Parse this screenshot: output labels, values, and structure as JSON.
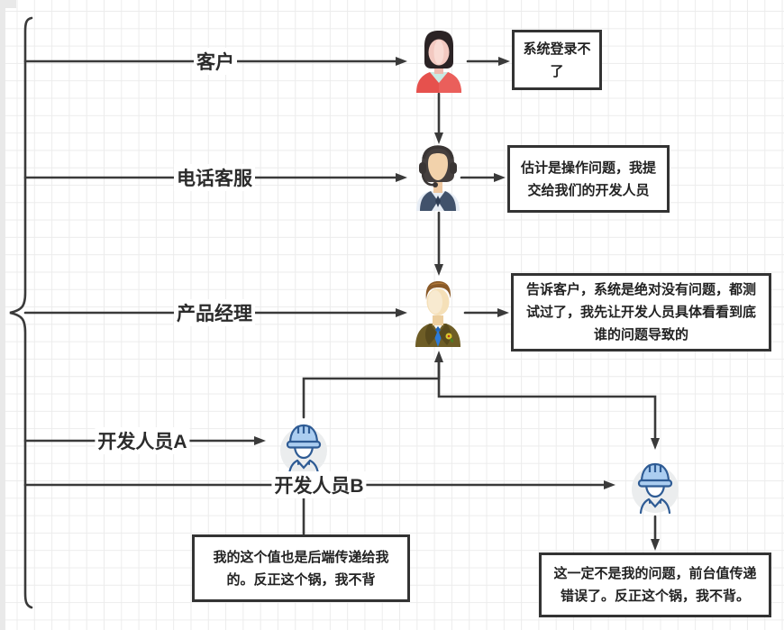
{
  "diagram_title": "bug-blame-escalation-flowchart",
  "lanes": [
    {
      "id": "customer",
      "label": "客户"
    },
    {
      "id": "phone-support",
      "label": "电话客服"
    },
    {
      "id": "product-manager",
      "label": "产品经理"
    },
    {
      "id": "developer-a",
      "label": "开发人员A"
    },
    {
      "id": "developer-b",
      "label": "开发人员B"
    }
  ],
  "callouts": [
    {
      "speaker": "customer",
      "text": "系统登录不\n了"
    },
    {
      "speaker": "phone-support",
      "text": "估计是操作问题，我提\n交给我们的开发人员"
    },
    {
      "speaker": "product-manager",
      "text": "告诉客户，系统是绝对没有问题，都测\n试过了，我先让开发人员具体看看到底\n谁的问题导致的"
    },
    {
      "speaker": "developer-a",
      "text": "我的这个值也是后端传递给我\n的。反正这个锅，我不背"
    },
    {
      "speaker": "developer-b",
      "text": "这一定不是我的问题，前台值传递\n错误了。反正这个锅，我不背。"
    }
  ],
  "icons": [
    {
      "name": "customer-person-icon",
      "depicts": "person with black hair and red shirt"
    },
    {
      "name": "support-agent-icon",
      "depicts": "call-center agent wearing headset and navy vest"
    },
    {
      "name": "product-manager-icon",
      "depicts": "manager in olive suit with blue tie"
    },
    {
      "name": "developer-a-icon",
      "depicts": "engineer with blue hard hat (outline style)"
    },
    {
      "name": "developer-b-icon",
      "depicts": "engineer with blue hard hat (outline style)"
    }
  ],
  "colors": {
    "stroke": "#3a3a3a",
    "grid": "#ececec",
    "background": "#ffffff",
    "label_text": "#2b2b2b",
    "customer_shirt_red": "#e6514d",
    "support_vest_navy": "#41526b",
    "manager_suit_olive": "#6e5d26",
    "manager_tie_blue": "#2d7bd8",
    "developer_helmet_blue": "#abcdf0",
    "developer_outline_blue": "#2e5b94"
  }
}
